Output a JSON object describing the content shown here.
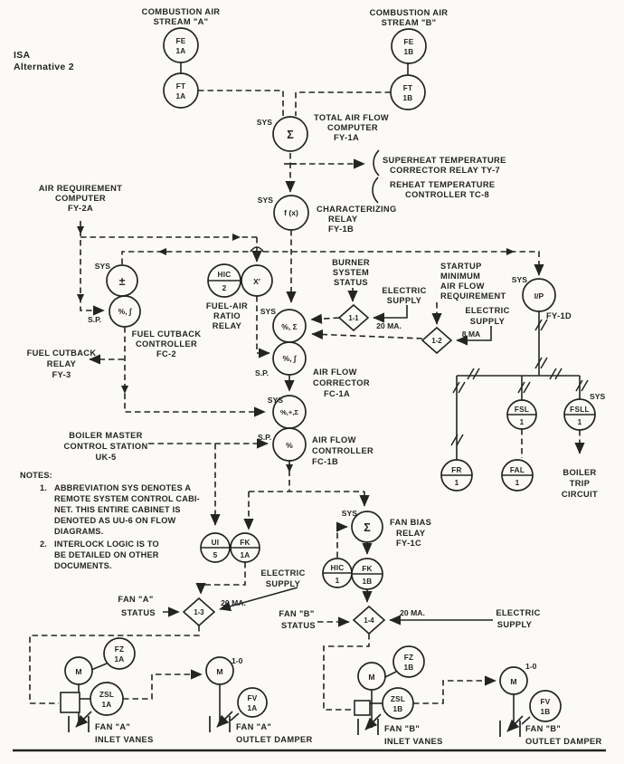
{
  "meta": {
    "title_line1": "ISA",
    "title_line2": "Alternative 2",
    "colors": {
      "ink": "#242424",
      "paper": "#fbfaf7"
    }
  },
  "labels": {
    "sys": "SYS",
    "sp": "S.P.",
    "comb_a1": "COMBUSTION AIR",
    "comb_a2": "STREAM \"A\"",
    "comb_b1": "COMBUSTION AIR",
    "comb_b2": "STREAM \"B\"",
    "total1": "TOTAL AIR FLOW",
    "total2": "COMPUTER",
    "total3": "FY-1A",
    "superheat1": "SUPERHEAT TEMPERATURE",
    "superheat2": "CORRECTOR RELAY TY-7",
    "reheat1": "REHEAT TEMPERATURE",
    "reheat2": "CONTROLLER TC-8",
    "airreq1": "AIR REQUIREMENT",
    "airreq2": "COMPUTER",
    "airreq3": "FY-2A",
    "char1": "CHARACTERIZING",
    "char2": "RELAY",
    "char3": "FY-1B",
    "burner1": "BURNER",
    "burner2": "SYSTEM",
    "burner3": "STATUS",
    "elec1": "ELECTRIC",
    "elec2": "SUPPLY",
    "ma20": "20 MA.",
    "ma8": "8 MA",
    "startup1": "STARTUP",
    "startup2": "MINIMUM",
    "startup3": "AIR FLOW",
    "startup4": "REQUIREMENT",
    "fuelair1": "FUEL-AIR",
    "fuelair2": "RATIO",
    "fuelair3": "RELAY",
    "fc2_1": "FUEL CUTBACK",
    "fc2_2": "CONTROLLER",
    "fc2_3": "FC-2",
    "fy3_1": "FUEL CUTBACK",
    "fy3_2": "RELAY",
    "fy3_3": "FY-3",
    "fc1a_1": "AIR FLOW",
    "fc1a_2": "CORRECTOR",
    "fc1a_3": "FC-1A",
    "fc1b_1": "AIR FLOW",
    "fc1b_2": "CONTROLLER",
    "fc1b_3": "FC-1B",
    "fy1d": "FY-1D",
    "bm1": "BOILER MASTER",
    "bm2": "CONTROL STATION",
    "bm3": "UK-5",
    "btrip1": "BOILER",
    "btrip2": "TRIP",
    "btrip3": "CIRCUIT",
    "notes_h": "NOTES:",
    "n1num": "1.",
    "n1l1": "ABBREVIATION SYS DENOTES A",
    "n1l2": "REMOTE SYSTEM CONTROL CABI-",
    "n1l3": "NET.  THIS ENTIRE CABINET IS",
    "n1l4": "DENOTED AS UU-6 ON FLOW",
    "n1l5": "DIAGRAMS.",
    "n2num": "2.",
    "n2l1": "INTERLOCK LOGIC IS TO",
    "n2l2": "BE DETAILED ON OTHER",
    "n2l3": "DOCUMENTS.",
    "fanbias1": "FAN BIAS",
    "fanbias2": "RELAY",
    "fanbias3": "FY-1C",
    "fana1": "FAN \"A\"",
    "fana2": "STATUS",
    "fanb1": "FAN \"B\"",
    "fanb2": "STATUS",
    "fana_iv1": "FAN \"A\"",
    "fana_iv2": "INLET VANES",
    "fana_od1": "FAN \"A\"",
    "fana_od2": "OUTLET DAMPER",
    "fanb_iv1": "FAN \"B\"",
    "fanb_iv2": "INLET VANES",
    "fanb_od1": "FAN \"B\"",
    "fanb_od2": "OUTLET DAMPER"
  },
  "bubbles": {
    "fe1a": [
      "FE",
      "1A"
    ],
    "ft1a": [
      "FT",
      "1A"
    ],
    "fe1b": [
      "FE",
      "1B"
    ],
    "ft1b": [
      "FT",
      "1B"
    ],
    "fy1a": [
      "Σ"
    ],
    "fy1b": [
      "f (x)"
    ],
    "fc2a": [
      "±"
    ],
    "fc2b": [
      "%, ∫"
    ],
    "hic2": [
      "HIC",
      "2"
    ],
    "fy2b": [
      "X′"
    ],
    "fc1a_top": [
      "%, Σ"
    ],
    "fc1a_bot": [
      "%, ∫"
    ],
    "fc1b_top": [
      "%,+,Σ"
    ],
    "fc1b_bot": [
      "%"
    ],
    "fy1d": [
      "I/P"
    ],
    "fsl1": [
      "FSL",
      "1"
    ],
    "fsll1": [
      "FSLL",
      "1"
    ],
    "fr1": [
      "FR",
      "1"
    ],
    "fal1": [
      "FAL",
      "1"
    ],
    "ui5": [
      "UI",
      "5"
    ],
    "fk1a": [
      "FK",
      "1A"
    ],
    "fy1c": [
      "Σ"
    ],
    "hic1": [
      "HIC",
      "1"
    ],
    "fk1b": [
      "FK",
      "1B"
    ],
    "m": [
      "M"
    ],
    "fz1a": [
      "FZ",
      "1A"
    ],
    "zsl1a": [
      "ZSL",
      "1A"
    ],
    "fv1a": [
      "FV",
      "1A"
    ],
    "fz1b": [
      "FZ",
      "1B"
    ],
    "zsl1b": [
      "ZSL",
      "1B"
    ],
    "fv1b": [
      "FV",
      "1B"
    ]
  },
  "interlocks": {
    "i1": "1-1",
    "i2": "1-2",
    "i3": "1-3",
    "i4": "1-4",
    "io": "1-0"
  }
}
